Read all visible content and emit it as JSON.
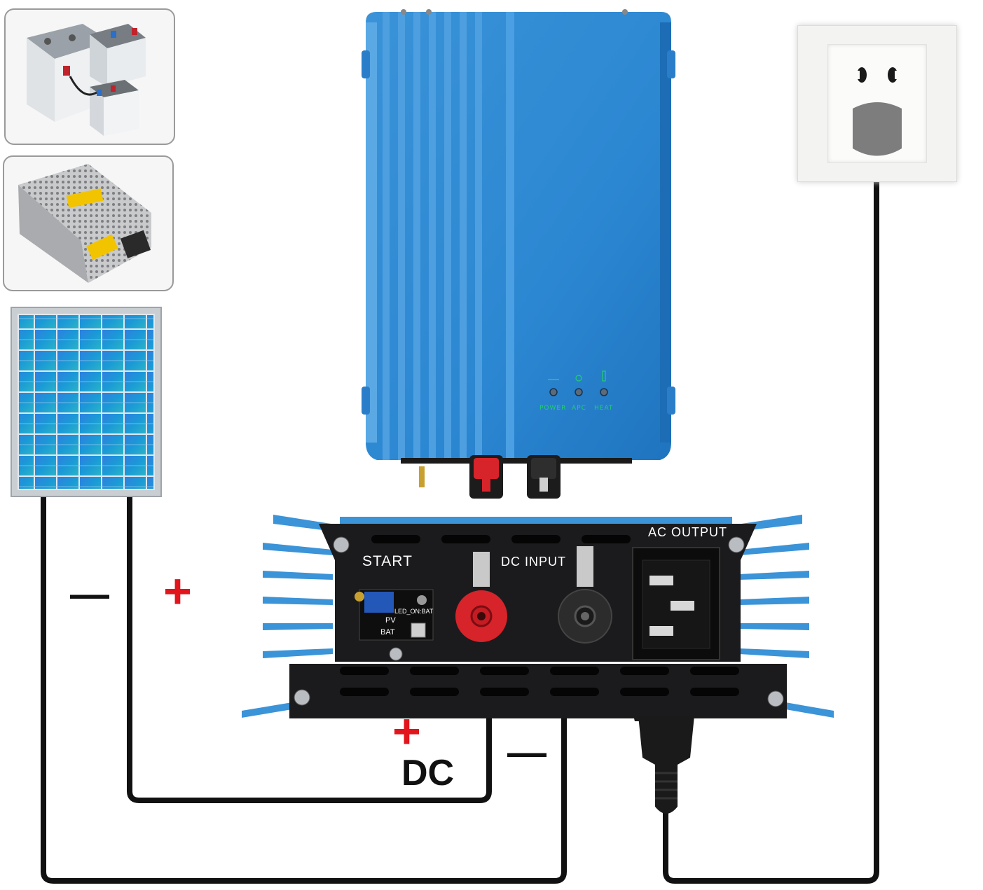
{
  "diagram": {
    "thumbnails": {
      "battery": "battery-bank",
      "power_supply": "dc-power-supply",
      "solar": "solar-panel"
    },
    "inverter_top": {
      "led_labels": [
        "POWER",
        "APC",
        "HEAT"
      ]
    },
    "inverter_panel": {
      "start_label": "START",
      "dc_input_label": "DC INPUT",
      "ac_output_label": "AC OUTPUT",
      "led_on_label": "LED_ON:BAT",
      "pv_label": "PV",
      "bat_label": "BAT"
    },
    "polarity": {
      "solar_minus": "—",
      "solar_plus": "+",
      "dc_plus": "+",
      "dc_minus": "—",
      "dc_label": "DC"
    },
    "colors": {
      "inverter_blue": "#2e8fd8",
      "panel_black": "#1b1b1d",
      "plus_red": "#e2141c",
      "wire": "#111111"
    }
  }
}
